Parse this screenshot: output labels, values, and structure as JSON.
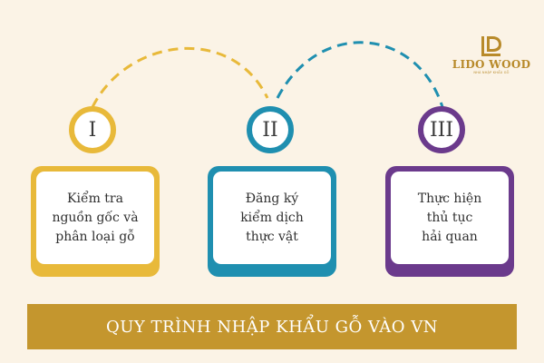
{
  "brand": {
    "name": "LIDO WOOD",
    "tagline": "NHÀ NHẬP KHẨU GỖ",
    "color": "#b88a2a"
  },
  "steps": [
    {
      "numeral": "I",
      "label": "Kiểm tra\nnguồn gốc và\nphân loại gỗ",
      "color": "#e8b93a"
    },
    {
      "numeral": "II",
      "label": "Đăng ký\nkiểm dịch\nthực vật",
      "color": "#1f8fb0"
    },
    {
      "numeral": "III",
      "label": "Thực hiện\nthủ tục\nhải quan",
      "color": "#6b3a8c"
    }
  ],
  "banner": {
    "text": "QUY TRÌNH NHẬP KHẨU GỖ VÀO VN",
    "color": "#c4962e"
  }
}
